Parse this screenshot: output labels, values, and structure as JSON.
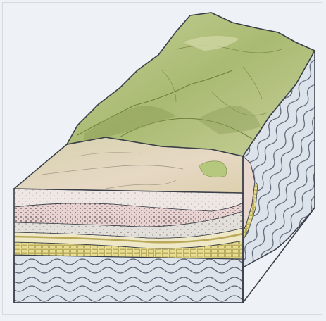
{
  "diagram": {
    "kind": "geologic-block-diagram",
    "palette": {
      "background": "#eef1f5",
      "outline": "#3a3f4a",
      "hill_green": "#b9c98b",
      "hill_green_dark": "#8fa05a",
      "plain_tan": "#ddd3b3",
      "plain_pink": "#e9d8cc",
      "sediment_light": "#efe7e3",
      "sediment_pink": "#e8d3d2",
      "sediment_grey": "#e2ded9",
      "yellow_band": "#e7dd94",
      "yellow_band_dark": "#b9a958",
      "basement_grey": "#dde3ea",
      "basement_line": "#5a6272"
    },
    "layers": [
      "sediment-light",
      "sediment-pink",
      "sediment-grey",
      "yellow-band",
      "basement-folded"
    ]
  }
}
